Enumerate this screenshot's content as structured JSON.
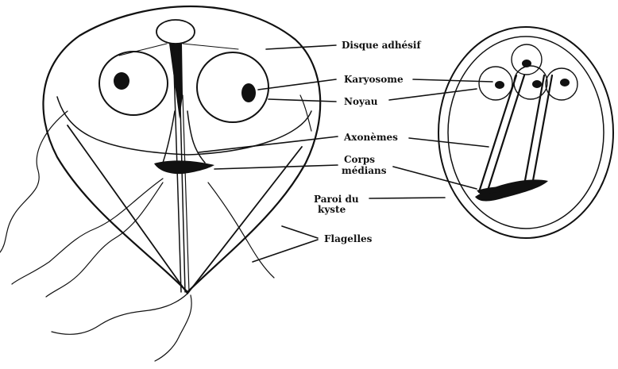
{
  "labels": {
    "disque_adhesif": "Disque adhésif",
    "karyosome": "Karyosome",
    "noyau": "Noyau",
    "axonemes": "Axonèmes",
    "corps_line1": "Corps",
    "corps_line2": "médians",
    "paroi_line1": "Paroi du",
    "paroi_line2": "kyste",
    "flagelles": "Flagelles"
  }
}
